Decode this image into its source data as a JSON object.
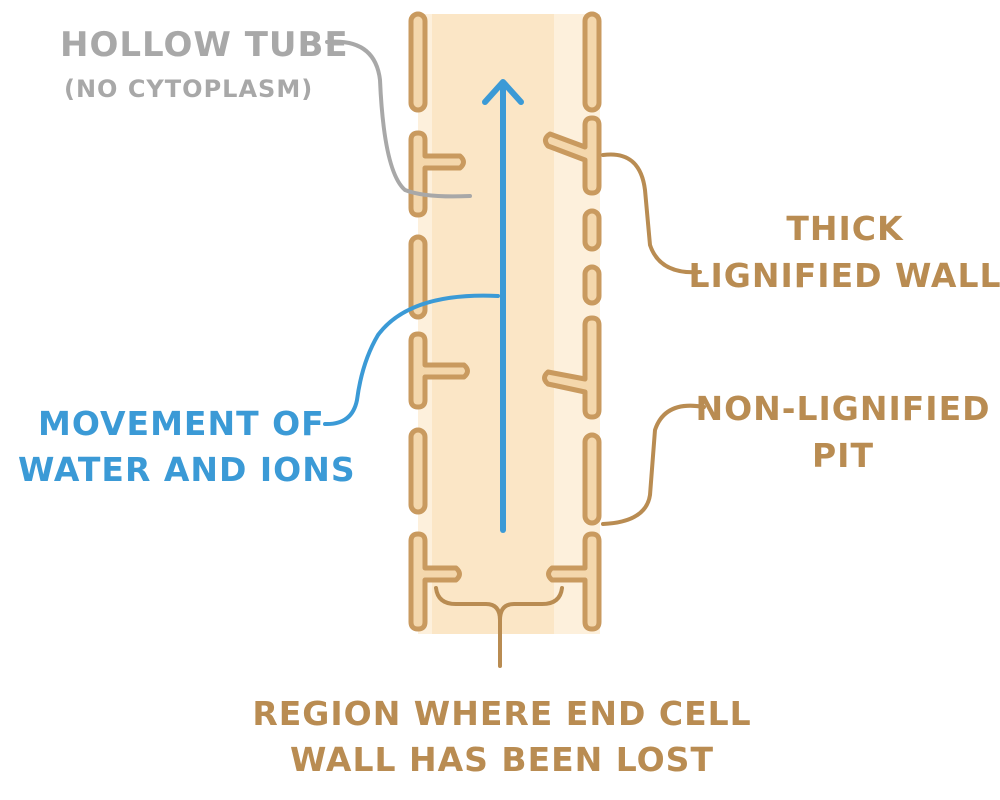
{
  "labels": {
    "hollow_tube": "HOLLOW TUBE",
    "hollow_tube_note": "(NO CYTOPLASM)",
    "thick_wall_line1": "THICK",
    "thick_wall_line2": "LIGNIFIED WALL",
    "movement_line1": "MOVEMENT OF",
    "movement_line2": "WATER AND IONS",
    "pit_line1": "NON-LIGNIFIED",
    "pit_line2": "PIT",
    "region_line1": "REGION WHERE END CELL",
    "region_line2": "WALL HAS BEEN LOST"
  },
  "colors": {
    "wall": "#c99a5f",
    "wall_fill": "#f4d7ac",
    "lumen": "#fdf0dc",
    "lumen_center": "#fce7c8",
    "arrow": "#3b9ad6",
    "grey_label": "#a8a8a8",
    "brown_label": "#b98c52"
  }
}
